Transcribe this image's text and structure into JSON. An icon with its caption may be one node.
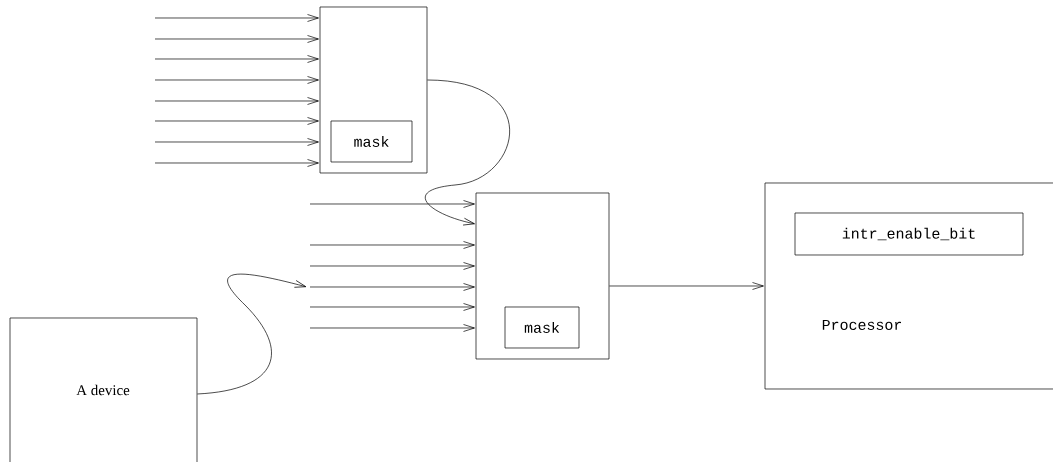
{
  "diagram": {
    "nodes": [
      {
        "text": [],
        "shape": "box"
      },
      {
        "text": [
          "mask"
        ],
        "in": 0
      },
      {
        "text": [],
        "shape": "box"
      },
      {
        "text": [
          "mask"
        ],
        "in": 2
      },
      {
        "text": [
          "Processor"
        ]
      },
      {
        "text": [
          "intr_enable_bit"
        ],
        "in": 4
      },
      {
        "text": [
          "A device"
        ]
      }
    ],
    "edges": [
      {
        "from": null,
        "to": 0,
        "arrow": "to"
      },
      {
        "from": null,
        "to": 0,
        "arrow": "to"
      },
      {
        "from": null,
        "to": 0,
        "arrow": "to"
      },
      {
        "from": null,
        "to": 0,
        "arrow": "to"
      },
      {
        "from": null,
        "to": 0,
        "arrow": "to"
      },
      {
        "from": null,
        "to": 0,
        "arrow": "to"
      },
      {
        "from": null,
        "to": 0,
        "arrow": "to"
      },
      {
        "from": null,
        "to": 0,
        "arrow": "to"
      },
      {
        "from": 0,
        "to": 2,
        "arrow": "to"
      },
      {
        "from": null,
        "to": 2,
        "arrow": "to"
      },
      {
        "from": null,
        "to": 2,
        "arrow": "to"
      },
      {
        "from": null,
        "to": 2,
        "arrow": "to"
      },
      {
        "from": null,
        "to": 2,
        "arrow": "to"
      },
      {
        "from": null,
        "to": 2,
        "arrow": "to"
      },
      {
        "from": null,
        "to": 2,
        "arrow": "to"
      },
      {
        "from": 6,
        "to": null,
        "arrow": "to"
      },
      {
        "from": 2,
        "to": 4,
        "arrow": "to"
      }
    ]
  }
}
